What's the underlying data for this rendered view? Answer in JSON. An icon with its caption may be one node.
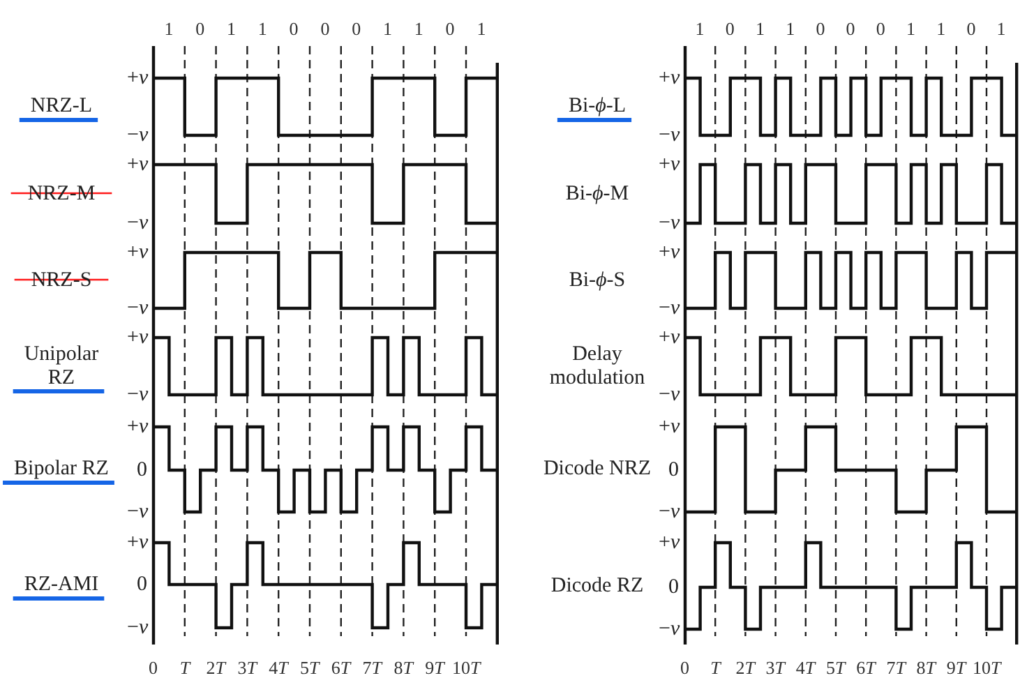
{
  "diagram": {
    "labels": [
      "1",
      "0",
      "1",
      "1",
      "0",
      "0",
      "0",
      "1",
      "1",
      "0",
      "1",
      "1",
      "0",
      "1",
      "1",
      "0",
      "0",
      "0",
      "1",
      "1",
      "0",
      "1",
      "NRZ-L",
      "+*v*",
      "−*v*",
      "NRZ-M",
      "+*v*",
      "−*v*",
      "NRZ-S",
      "+*v*",
      "−*v*",
      "Unipolar RZ",
      "+*v*",
      "−*v*",
      "Bipolar RZ",
      "+*v*",
      "0",
      "−*v*",
      "RZ-AMI",
      "+*v*",
      "0",
      "−*v*",
      "Bi-*ϕ*-L",
      "+*v*",
      "−*v*",
      "Bi-*ϕ*-M",
      "+*v*",
      "−*v*",
      "Bi-*ϕ*-S",
      "+*v*",
      "−*v*",
      "Delay modulation",
      "+*v*",
      "−*v*",
      "Dicode NRZ",
      "+*v*",
      "0",
      "−*v*",
      "Dicode RZ",
      "+*v*",
      "0",
      "−*v*",
      "0",
      "T",
      "2T",
      "3T",
      "4T",
      "5T",
      "6T",
      "7T",
      "8T",
      "9T",
      "10T",
      "0",
      "T",
      "2T",
      "3T",
      "4T",
      "5T",
      "6T",
      "7T",
      "8T",
      "9T",
      "10T"
    ]
  }
}
